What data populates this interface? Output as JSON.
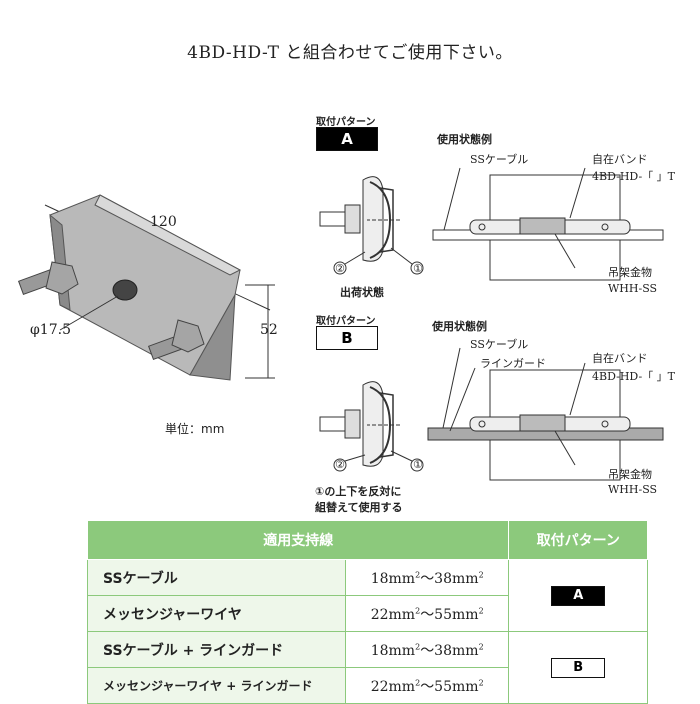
{
  "header": {
    "title": "4BD-HD-T と組合わせてご使用下さい。"
  },
  "left_figure": {
    "dimension_length": "120",
    "dimension_height": "52",
    "dimension_hole": "φ17.5",
    "unit_label": "単位：mm"
  },
  "pattern_a": {
    "caption": "取付パターン",
    "letter": "A",
    "usage_title": "使用状態例",
    "callout_1": "①",
    "callout_2": "②",
    "shipping_label": "出荷状態",
    "ss_cable": "SSケーブル",
    "band_label": "自在バンド",
    "band_code": "4BD-HD-「 」T",
    "hanger_label": "吊架金物",
    "hanger_code": "WHH-SS"
  },
  "pattern_b": {
    "caption": "取付パターン",
    "letter": "B",
    "usage_title": "使用状態例",
    "callout_1": "①",
    "callout_2": "②",
    "note_line1": "①の上下を反対に",
    "note_line2": "組替えて使用する",
    "ss_cable": "SSケーブル",
    "line_guard": "ラインガード",
    "band_label": "自在バンド",
    "band_code": "4BD-HD-「 」T",
    "hanger_label": "吊架金物",
    "hanger_code": "WHH-SS"
  },
  "table": {
    "header_col1": "適用支持線",
    "header_col2": "取付パターン",
    "rows": [
      {
        "name": "SSケーブル",
        "range_pre": "18mm",
        "range_mid": "～38mm",
        "sup": "2",
        "pattern": "A"
      },
      {
        "name": "メッセンジャーワイヤ",
        "range_pre": "22mm",
        "range_mid": "～55mm",
        "sup": "2",
        "pattern": "A"
      },
      {
        "name": "SSケーブル + ラインガード",
        "range_pre": "18mm",
        "range_mid": "～38mm",
        "sup": "2",
        "pattern": "B"
      },
      {
        "name": "メッセンジャーワイヤ + ラインガード",
        "range_pre": "22mm",
        "range_mid": "～55mm",
        "sup": "2",
        "pattern": "B"
      }
    ]
  }
}
